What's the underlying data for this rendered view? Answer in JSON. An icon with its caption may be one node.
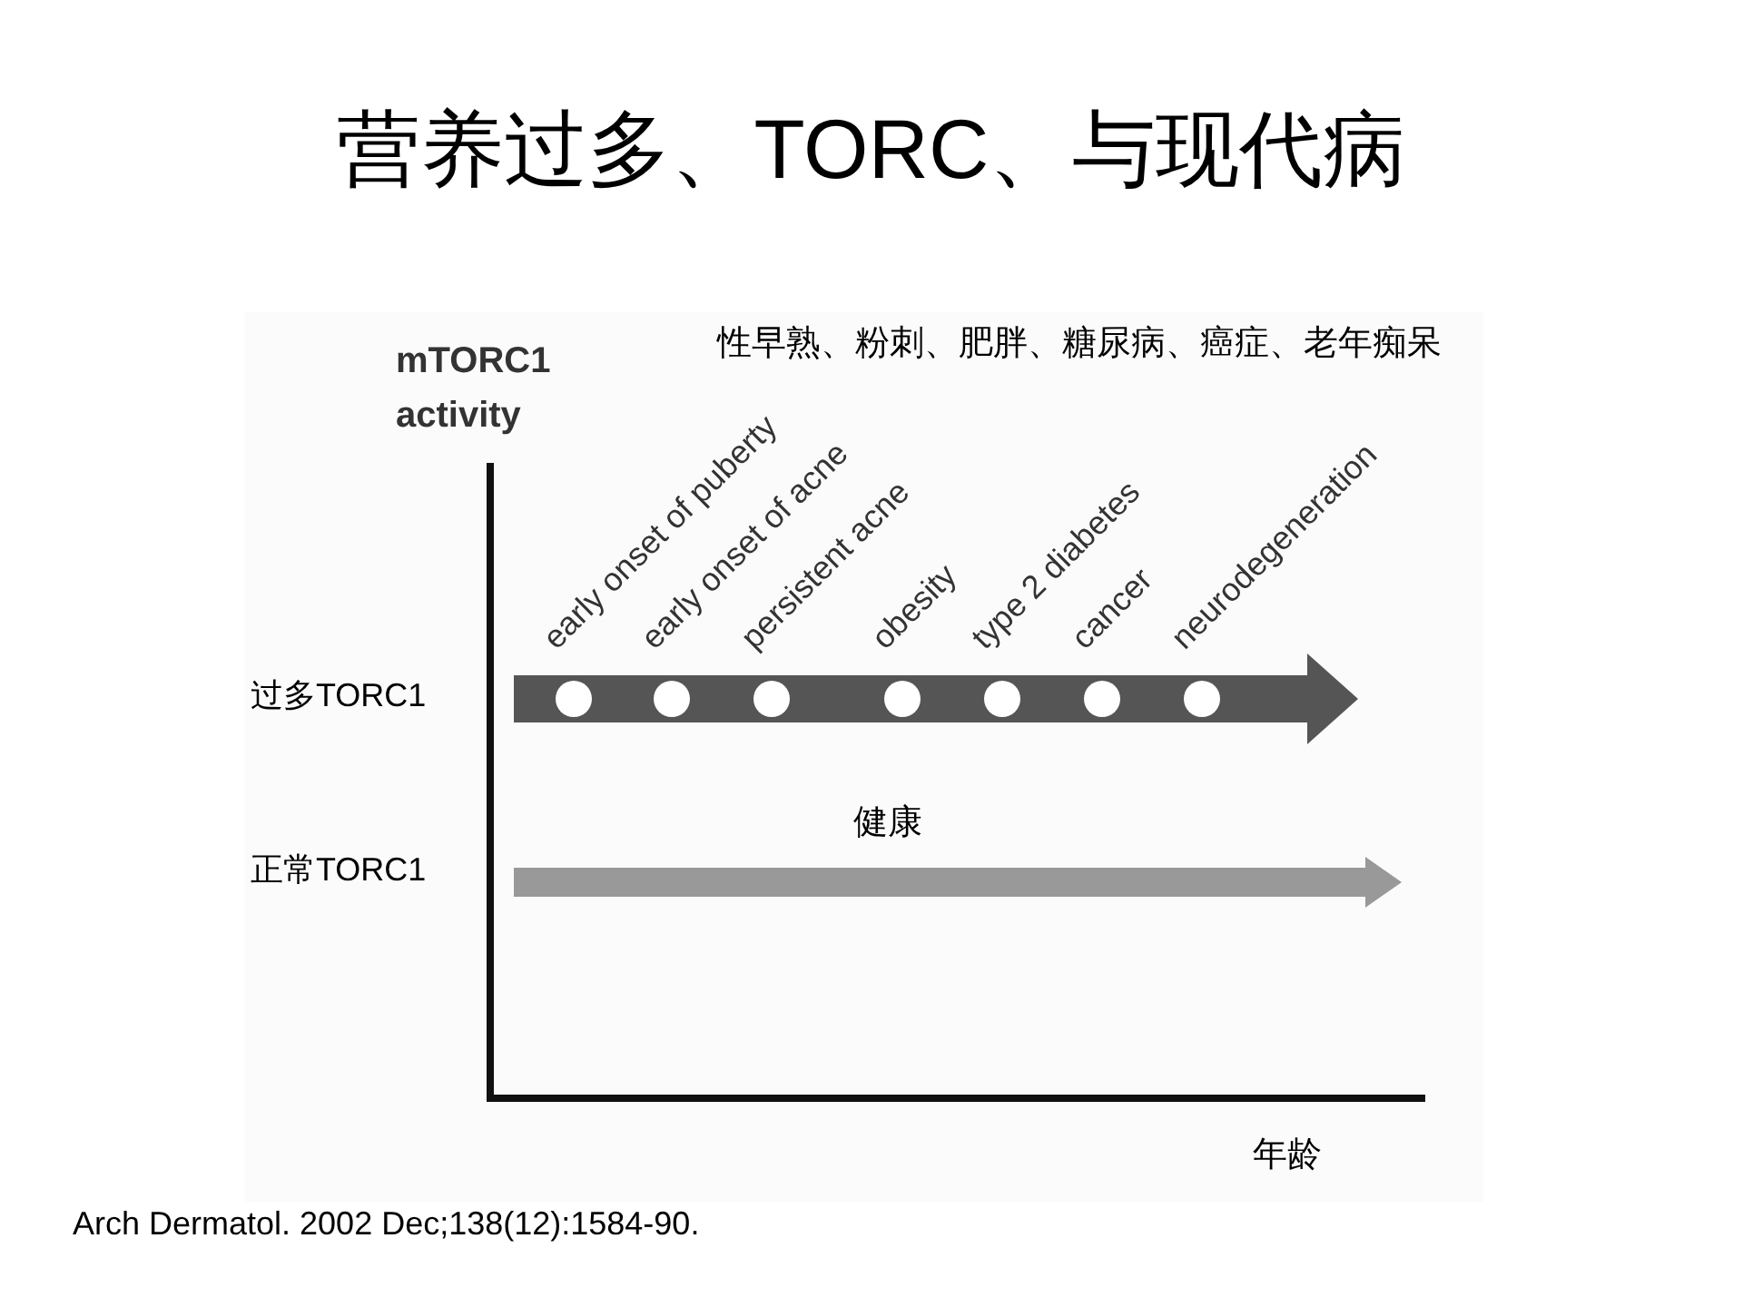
{
  "diagram": {
    "title": "营养过多、TORC、与现代病",
    "nodes": [
      {
        "text": [],
        "shape": "circle",
        "beside": [
          "early onset of puberty"
        ]
      },
      {
        "text": [],
        "shape": "circle",
        "beside": [
          "early onset of acne"
        ]
      },
      {
        "text": [],
        "shape": "circle",
        "beside": [
          "persistent acne"
        ]
      },
      {
        "text": [],
        "shape": "circle",
        "beside": [
          "obesity"
        ]
      },
      {
        "text": [],
        "shape": "circle",
        "beside": [
          "type 2 diabetes"
        ]
      },
      {
        "text": [],
        "shape": "circle",
        "beside": [
          "cancer"
        ]
      },
      {
        "text": [],
        "shape": "circle",
        "beside": [
          "neurodegeneration"
        ]
      }
    ],
    "labels": [
      "mTORC1 activity",
      "性早熟、粉刺、肥胖、糖尿病、癌症、老年痴呆",
      "过多TORC1",
      "健康",
      "正常TORC1",
      "年龄",
      "Arch Dermatol. 2002 Dec;138(12):1584-90."
    ]
  }
}
